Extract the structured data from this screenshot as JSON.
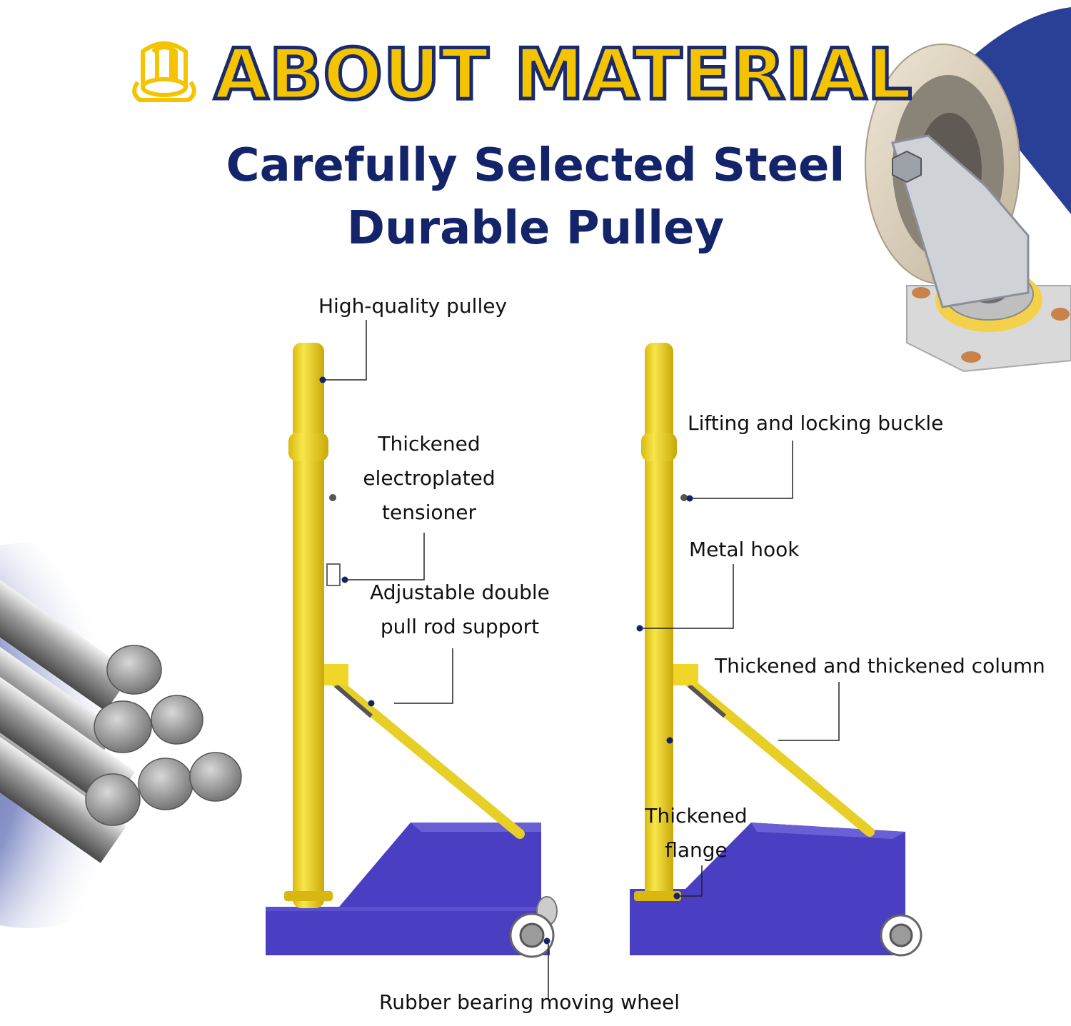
{
  "header": {
    "title": "ABOUT MATERIAL",
    "subtitle_line1": "Carefully Selected Steel",
    "subtitle_line2": "Durable Pulley"
  },
  "labels": {
    "pulley": "High-quality pulley",
    "tensioner_1": "Thickened",
    "tensioner_2": "electroplated",
    "tensioner_3": "tensioner",
    "pull_rod_1": "Adjustable double",
    "pull_rod_2": "pull rod support",
    "buckle": "Lifting and locking buckle",
    "hook": "Metal hook",
    "column": "Thickened and thickened column",
    "flange_1": "Thickened",
    "flange_2": "flange",
    "wheel": "Rubber bearing moving wheel"
  },
  "colors": {
    "title_yellow": "#f5c400",
    "navy": "#13246a",
    "pole_yellow": "#f2dc2a",
    "base_blue": "#4a3ec2",
    "accent_blue": "#2a3f96"
  },
  "icons": {
    "title_icon": "steel-rods-outline-icon"
  }
}
